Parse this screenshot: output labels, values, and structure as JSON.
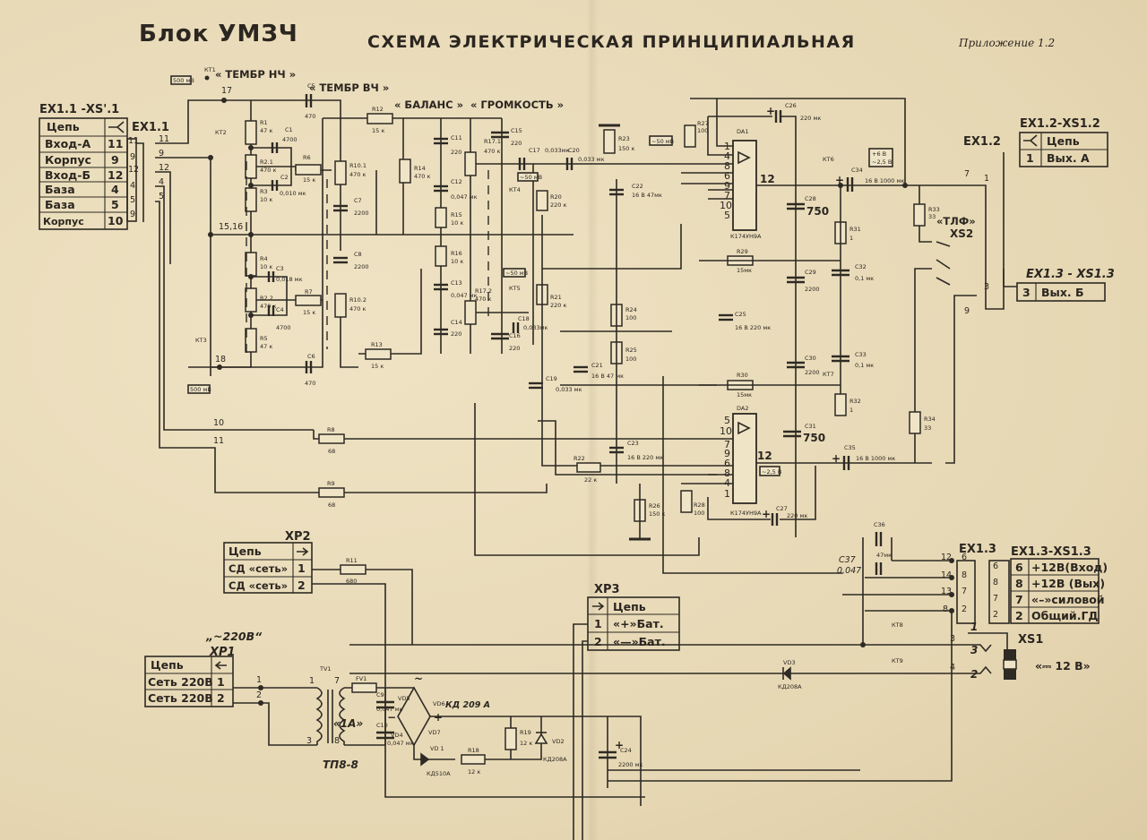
{
  "header": {
    "block": "Блок  УМЗЧ",
    "subtitle": "СХЕМА  ЭЛЕКТРИЧЕСКАЯ  ПРИНЦИПИАЛЬНАЯ",
    "appendix": "Приложение 1.2"
  },
  "sections": {
    "tone_low": "« ТЕМБР  НЧ »",
    "tone_high": "« ТЕМБР  ВЧ »",
    "balance": "« БАЛАНС »",
    "volume": "« ГРОМКОСТЬ »",
    "headphones": "«ТЛФ»"
  },
  "connectors": {
    "ex11_xs11": {
      "title": "ЕХ1.1 -XS'.1",
      "plug": "ЕХ1.1",
      "header": "Цепь",
      "rows": [
        {
          "label": "Вход-А",
          "pin": "11"
        },
        {
          "label": "Корпус",
          "pin": "9"
        },
        {
          "label": "Вход-Б",
          "pin": "12"
        },
        {
          "label": "База",
          "pin": "4"
        },
        {
          "label": "База",
          "pin": "5"
        },
        {
          "label": "Корпус",
          "pin": "10"
        }
      ],
      "side_pins": [
        "11",
        "9",
        "12",
        "4",
        "5",
        "9"
      ]
    },
    "ex12_xs12": {
      "title": "ЕХ1.2-XS1.2",
      "plug": "ЕХ1.2",
      "header": "Цепь",
      "rows": [
        {
          "label": "Вых. А",
          "pin": "1"
        }
      ]
    },
    "ex13_xs13_b": {
      "title": "ЕХ1.3 - XS1.3",
      "rows": [
        {
          "label": "Вых. Б",
          "pin": "3"
        }
      ]
    },
    "ex13_xs13": {
      "title": "ЕХ1.3-XS1.3",
      "plug": "ЕХ1.3",
      "rows": [
        {
          "label": "+12В(Вход)",
          "pin": "6"
        },
        {
          "label": "+12В (Вых)",
          "pin": "8"
        },
        {
          "label": "«–»силовой",
          "pin": "7"
        },
        {
          "label": "Общий.ГД",
          "pin": "2"
        }
      ],
      "left_pins": [
        "12",
        "14",
        "13",
        "8"
      ]
    },
    "xp2": {
      "title": "ХР2",
      "header": "Цепь",
      "rows": [
        {
          "label": "СД «сеть»",
          "pin": "1"
        },
        {
          "label": "СД «сеть»",
          "pin": "2"
        }
      ]
    },
    "xp1": {
      "title": "ХР1",
      "note": "„~220В“",
      "header": "Цепь",
      "rows": [
        {
          "label": "Сеть 220В",
          "pin": "1"
        },
        {
          "label": "Сеть 220В",
          "pin": "2"
        }
      ]
    },
    "xp3": {
      "title": "ХР3",
      "header": "Цепь",
      "rows": [
        {
          "label": "«+»Бат.",
          "pin": "1"
        },
        {
          "label": "«—»Бат.",
          "pin": "2"
        }
      ]
    },
    "xs1": {
      "title": "XS1",
      "note": "«⎓ 12 В»",
      "pins": [
        "1",
        "3",
        "2"
      ]
    }
  },
  "ics": {
    "da1": {
      "ref": "DA1",
      "part": "К174УН9А",
      "pins": [
        "1",
        "4",
        "8",
        "6",
        "9",
        "7",
        "10",
        "5"
      ],
      "out_pin": "12"
    },
    "da2": {
      "ref": "DA2",
      "part": "К174УН9А",
      "pins": [
        "5",
        "10",
        "7",
        "9",
        "6",
        "8",
        "4",
        "1"
      ],
      "out_pin": "12"
    }
  },
  "transformer": {
    "ref": "TV1",
    "part": "ТП8-8",
    "fuse": "FV1",
    "fuse_rating": "«1А»",
    "pins": [
      "1",
      "3",
      "7",
      "8"
    ]
  },
  "components": {
    "R1": "47 к",
    "R2.1": "470 к",
    "R3": "10 к",
    "R4": "10 к",
    "R2.2": "470 к",
    "R5": "47 к",
    "R6": "15 к",
    "R7": "15 к",
    "R10.1": "470 к",
    "R10.2": "470 к",
    "R12": "15 к",
    "R13": "15 к",
    "R14": "470 к",
    "R15": "10 к",
    "R16": "10 к",
    "R17.1": "470 к",
    "R17.2": "470 к",
    "R20": "220 к",
    "R21": "220 к",
    "R22": "22 к",
    "R23": "150 к",
    "R24": "100",
    "R25": "100",
    "R26": "150 к",
    "R27": "100",
    "R28": "100",
    "R29": "15мк",
    "R30": "15мк",
    "R31": "1",
    "R32": "1",
    "R33": "33",
    "R34": "33",
    "R8": "68",
    "R9": "68",
    "R11": "680",
    "R18": "12 к",
    "R19": "12 к",
    "C1": "4700",
    "C2": "0,010 мк",
    "C3": "0,018 мк",
    "C4": "4700",
    "C5": "470",
    "C6": "470",
    "C7": "2200",
    "C8": "2200",
    "C11": "220",
    "C12": "0,047 мк",
    "C13": "0,047 мк",
    "C14": "220",
    "C15": "220",
    "C16": "220",
    "C17": "0,033мк",
    "C18": "0,033мк",
    "C19": "0,033 мк",
    "C20": "0,033 мк",
    "C21": "16 В 47 мк",
    "C22": "16 В 47мк",
    "C23": "16 В 220 мк",
    "C24": "2200 мк",
    "C25": "16 В 220 мк",
    "C26": "220 мк",
    "C27": "220 мк",
    "C28": "750",
    "C29": "2200",
    "C30": "2200",
    "C31": "750",
    "C32": "0,1 мк",
    "C33": "0,1 мк",
    "C34": "16 В 1000 мк",
    "C35": "16 В 1000 мк",
    "C36": "47мк",
    "C37": "0,047",
    "C9": "0,047 мк",
    "C10": "0,047 мк"
  },
  "diodes": {
    "bridge": "КД 209 А",
    "VD1": "КД510А",
    "VD2": "КД208А",
    "VD3": "КД208А"
  },
  "test_points": {
    "KT1": "500 мВ",
    "KT3": "500 мВ",
    "KT4": "~50 мВ",
    "KT5": "~50 мВ",
    "KT6a": "+6 В",
    "KT6b": "~2,5 В",
    "KT7": "~2,5 В",
    "KT23": "~50 мВ"
  },
  "wire_labels": [
    "17",
    "18",
    "15,16",
    "10",
    "11",
    "12",
    "12"
  ]
}
